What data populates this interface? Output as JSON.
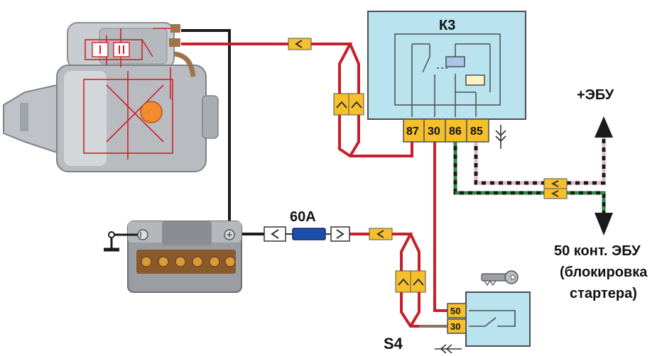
{
  "relay": {
    "title": "К3",
    "pins": [
      "87",
      "30",
      "86",
      "85"
    ]
  },
  "fuse": {
    "rating": "60А"
  },
  "ignition_switch": {
    "pins": [
      "50",
      "30"
    ]
  },
  "labels": {
    "ecu_plus": "+ЭБУ",
    "ecu_pin50_line1": "50 конт. ЭБУ",
    "ecu_pin50_line2": "(блокировка",
    "ecu_pin50_line3": "стартера)",
    "s4": "S4"
  },
  "colors": {
    "wire_red": "#c8202a",
    "wire_black": "#1a1a1a",
    "wire_green": "#2e8b3e",
    "wire_pink": "#e8b4c8",
    "wire_brown": "#8a7560",
    "relay_fill": "#b9e3ee",
    "pin_fill": "#f6c02c",
    "connector_fill": "#f6c02c"
  },
  "icons": [
    "key-icon",
    "ground-icon",
    "ground-symbol-icon",
    "up-arrow-icon",
    "down-arrow-icon"
  ]
}
